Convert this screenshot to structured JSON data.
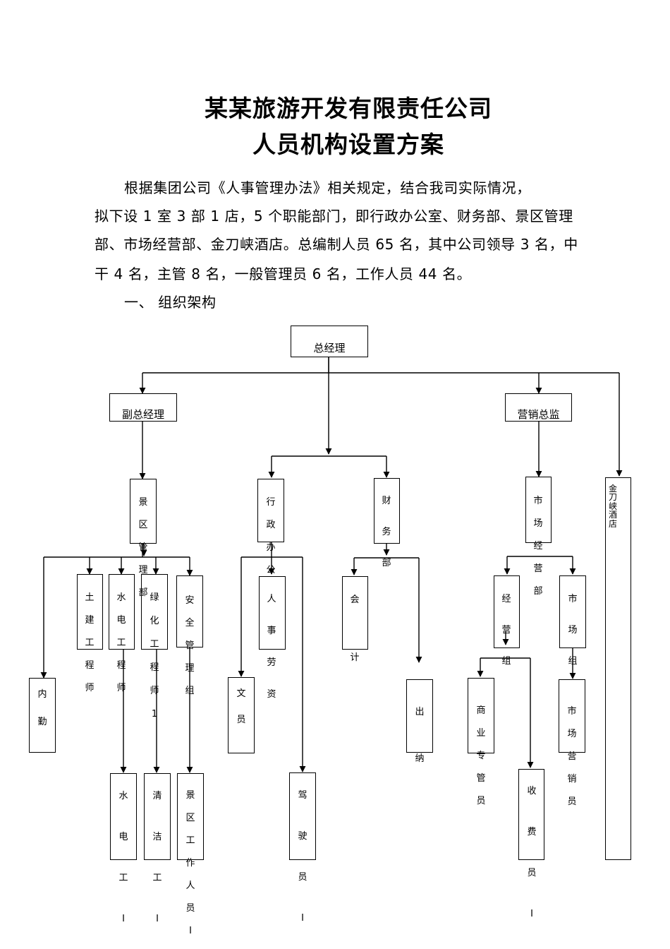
{
  "title_line1": "某某旅游开发有限责任公司",
  "title_line2": "人员机构设置方案",
  "paragraph": [
    "根据集团公司《人事管理办法》相关规定，结合我司实际情况，",
    "拟下设 1 室 3 部 1 店，5 个职能部门，即行政办公室、财务部、景区管理",
    "部、市场经营部、金刀峡酒店。总编制人员 65 名，其中公司领导 3 名，中",
    "干 4 名，主管 8 名，一般管理员 6 名，工作人员 44 名。"
  ],
  "section_heading": "一、  组织架构",
  "org": {
    "general_manager": "总经理",
    "deputy_gm": "副总经理",
    "marketing_director": "营销总监",
    "hotel": "金刀峡酒店",
    "scenic_dept": "景区管理部",
    "admin_office": "行政办公",
    "finance": "财务部",
    "market_dept": "市场经营部",
    "civil_engineer": "土建工程师",
    "hydro_engineer": "水电工程师",
    "green_engineer": "绿化工程师1",
    "safety_group": "安全管理组",
    "logistics": "内勤",
    "hr": "人事劳资",
    "clerk": "文员",
    "driver": "驾驶员I",
    "accountant": "会计",
    "cashier": "出纳",
    "operation_group": "经营组",
    "market_group": "市场组",
    "commerce_staff": "商业专管员",
    "toll_staff": "收费员I",
    "sales_staff": "市场营销员",
    "electrician": "水电工I",
    "cleaner": "清洁工II",
    "scenic_worker": "景区工作人员I"
  }
}
